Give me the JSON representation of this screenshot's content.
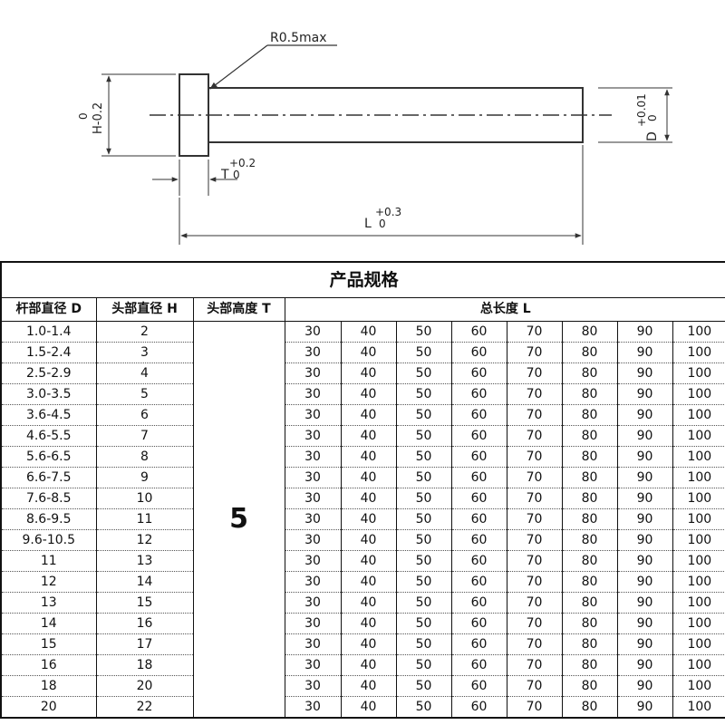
{
  "drawing": {
    "radius_note": "R0.5max",
    "head_tol_upper": "0",
    "head_tol_label": "H-0.2",
    "shank_tol_upper": "+0.01",
    "shank_tol_label": "D",
    "shank_tol_lower": "0",
    "thickness_tol_upper": "+0.2",
    "thickness_label": "T",
    "thickness_tol_lower": "0",
    "length_tol_upper": "+0.3",
    "length_label": "L",
    "length_tol_lower": "0"
  },
  "spec": {
    "title": "产品规格",
    "headers": {
      "shank_d": "杆部直径 D",
      "head_h": "头部直径 H",
      "head_t": "头部高度 T",
      "length_l": "总长度 L"
    },
    "head_height_value": "5",
    "lengths": [
      "30",
      "40",
      "50",
      "60",
      "70",
      "80",
      "90",
      "100"
    ],
    "rows": [
      {
        "d": "1.0-1.4",
        "h": "2"
      },
      {
        "d": "1.5-2.4",
        "h": "3"
      },
      {
        "d": "2.5-2.9",
        "h": "4"
      },
      {
        "d": "3.0-3.5",
        "h": "5"
      },
      {
        "d": "3.6-4.5",
        "h": "6"
      },
      {
        "d": "4.6-5.5",
        "h": "7"
      },
      {
        "d": "5.6-6.5",
        "h": "8"
      },
      {
        "d": "6.6-7.5",
        "h": "9"
      },
      {
        "d": "7.6-8.5",
        "h": "10"
      },
      {
        "d": "8.6-9.5",
        "h": "11"
      },
      {
        "d": "9.6-10.5",
        "h": "12"
      },
      {
        "d": "11",
        "h": "13"
      },
      {
        "d": "12",
        "h": "14"
      },
      {
        "d": "13",
        "h": "15"
      },
      {
        "d": "14",
        "h": "16"
      },
      {
        "d": "15",
        "h": "17"
      },
      {
        "d": "16",
        "h": "18"
      },
      {
        "d": "18",
        "h": "20"
      },
      {
        "d": "20",
        "h": "22"
      }
    ]
  }
}
